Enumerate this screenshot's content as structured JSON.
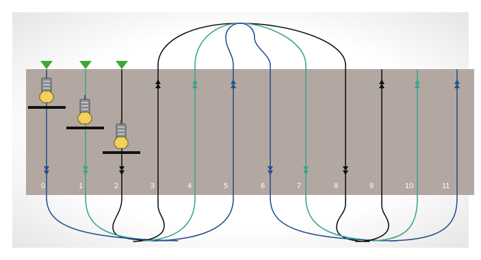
{
  "colors": {
    "background": "#ffffff",
    "stage_gradient_outer": "#e6e6e6",
    "band": "#b3a7a1",
    "band_edge": "#a29791",
    "black_path": "#111111",
    "teal_path": "#3aa58f",
    "blue_path": "#23518f",
    "green_marker": "#3ca836",
    "lane_label": "#ffffff"
  },
  "lanes": {
    "labels": [
      "0",
      "1",
      "2",
      "3",
      "4",
      "5",
      "6",
      "7",
      "8",
      "9",
      "10",
      "11"
    ]
  },
  "icons": {
    "marker": "green-down-triangle-icon",
    "device": "camera-device-icon",
    "arrow_up": "arrow-up-icon",
    "arrow_down": "arrow-down-icon"
  },
  "paths": [
    {
      "name": "black-inbound-lane-2",
      "color": "black"
    },
    {
      "name": "teal-inbound-lane-1",
      "color": "teal"
    },
    {
      "name": "blue-inbound-lane-0",
      "color": "blue"
    },
    {
      "name": "black-loop-lanes-3-8",
      "color": "black"
    },
    {
      "name": "teal-loop-lanes-4-7",
      "color": "teal"
    },
    {
      "name": "blue-loop-lanes-5-6",
      "color": "blue"
    },
    {
      "name": "black-return-lane-9",
      "color": "black"
    },
    {
      "name": "teal-return-lane-10",
      "color": "teal"
    },
    {
      "name": "blue-return-lane-11",
      "color": "blue"
    }
  ]
}
